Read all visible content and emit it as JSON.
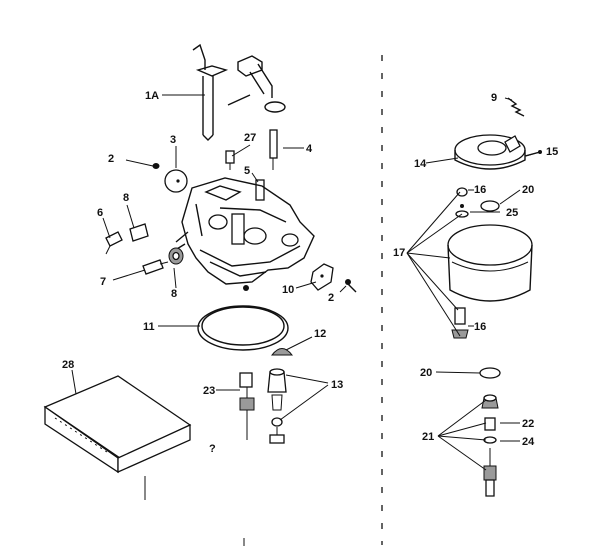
{
  "labels": {
    "l1a": "1A",
    "l2a": "2",
    "l2b": "2",
    "l3": "3",
    "l4": "4",
    "l5": "5",
    "l6": "6",
    "l7": "7",
    "l8a": "8",
    "l8b": "8",
    "l9": "9",
    "l10": "10",
    "l11": "11",
    "l12": "12",
    "l13": "13",
    "l14": "14",
    "l15": "15",
    "l16a": "16",
    "l16b": "16",
    "l17": "17",
    "l20a": "20",
    "l20b": "20",
    "l21": "21",
    "l22": "22",
    "l23": "23",
    "l24": "24",
    "l25": "25",
    "l27": "27",
    "l28": "28",
    "stray_mark": "?"
  },
  "colors": {
    "ink": "#111111",
    "paper": "#ffffff",
    "shade": "#9a9a9a"
  }
}
